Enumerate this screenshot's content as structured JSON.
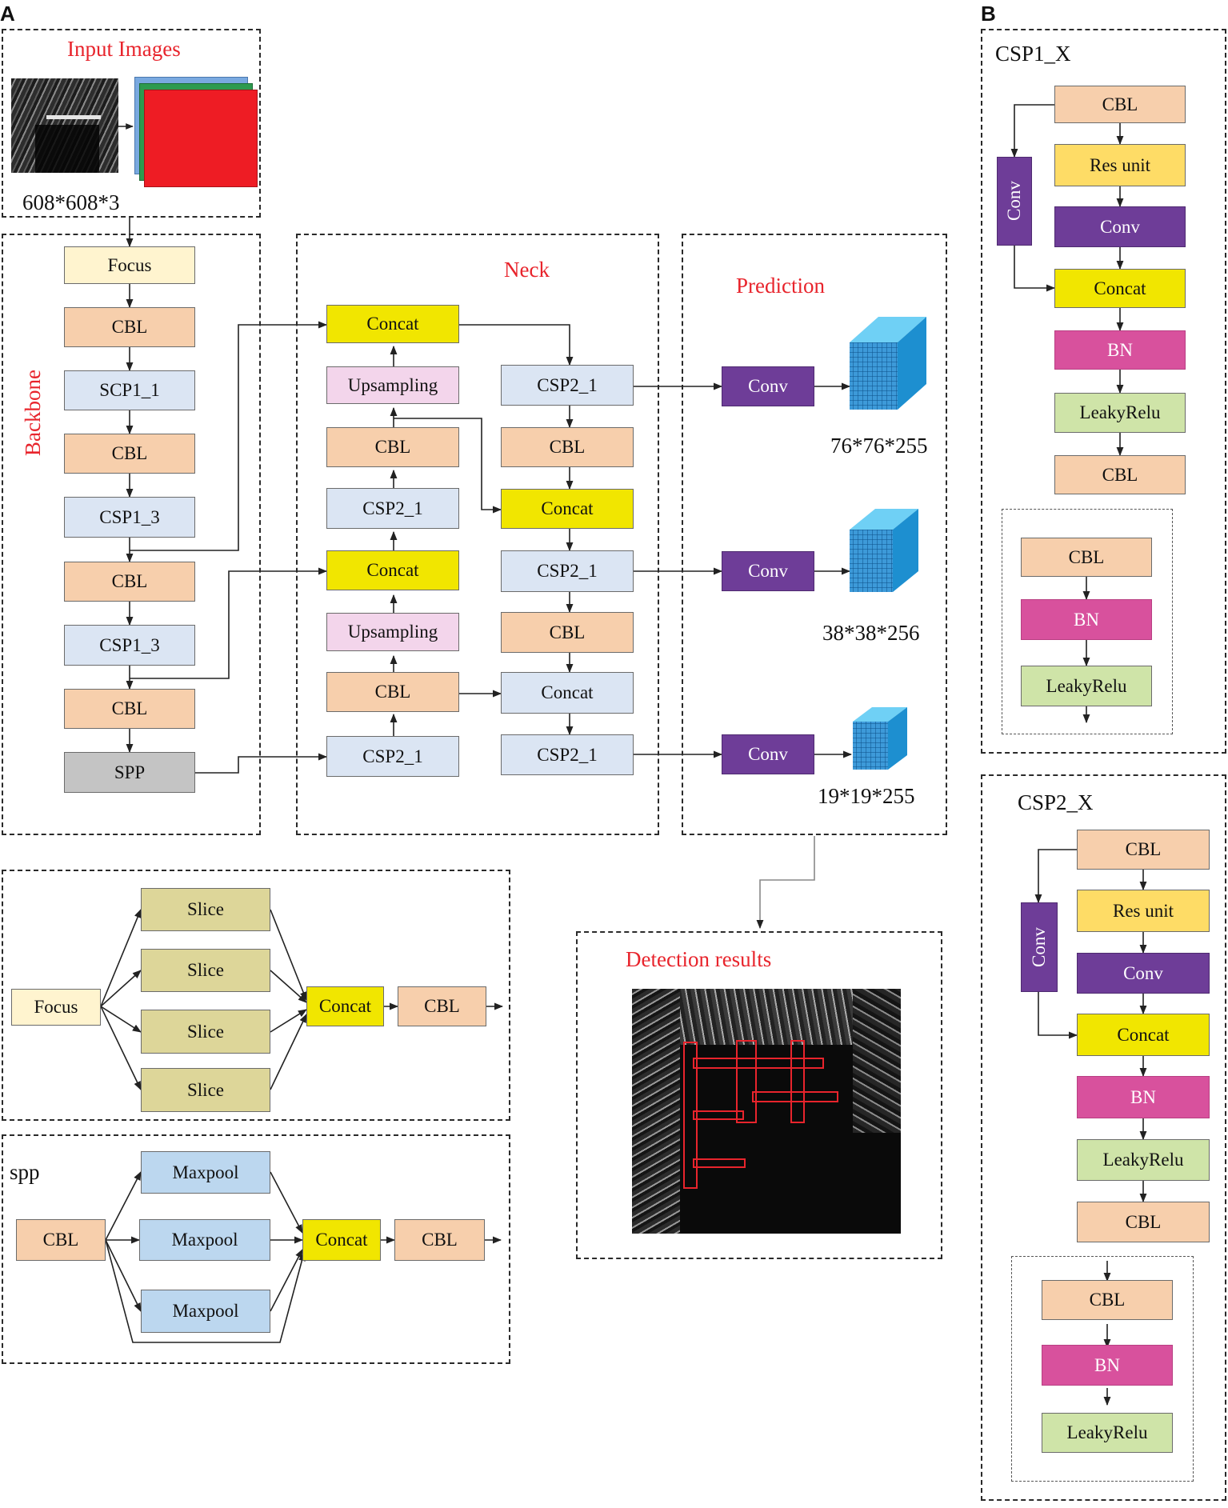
{
  "panels": {
    "a": "A",
    "b": "B"
  },
  "sections": {
    "input_title": "Input Images",
    "input_size": "608*608*3",
    "backbone": "Backbone",
    "neck": "Neck",
    "prediction": "Prediction",
    "detection": "Detection results",
    "csp1_title": "CSP1_X",
    "csp2_title": "CSP2_X",
    "spp_title": "spp"
  },
  "backbone": {
    "focus": "Focus",
    "cbl1": "CBL",
    "scp1": "SCP1_1",
    "cbl2": "CBL",
    "csp1_3a": "CSP1_3",
    "cbl3": "CBL",
    "csp1_3b": "CSP1_3",
    "cbl4": "CBL",
    "spp": "SPP"
  },
  "neck": {
    "concat1": "Concat",
    "up1": "Upsampling",
    "cbl1": "CBL",
    "csp2_1a": "CSP2_1",
    "concat2": "Concat",
    "up2": "Upsampling",
    "cbl2": "CBL",
    "csp2_1b": "CSP2_1",
    "r_csp2_1a": "CSP2_1",
    "r_cbl1": "CBL",
    "r_concat1": "Concat",
    "r_csp2_1b": "CSP2_1",
    "r_cbl2": "CBL",
    "r_concat2": "Concat",
    "r_csp2_1c": "CSP2_1"
  },
  "prediction": {
    "conv1": "Conv",
    "conv2": "Conv",
    "conv3": "Conv",
    "size1": "76*76*255",
    "size2": "38*38*256",
    "size3": "19*19*255"
  },
  "focus_module": {
    "focus": "Focus",
    "slice1": "Slice",
    "slice2": "Slice",
    "slice3": "Slice",
    "slice4": "Slice",
    "concat": "Concat",
    "cbl": "CBL"
  },
  "spp_module": {
    "cbl_in": "CBL",
    "max1": "Maxpool",
    "max2": "Maxpool",
    "max3": "Maxpool",
    "concat": "Concat",
    "cbl_out": "CBL"
  },
  "csp1": {
    "cbl": "CBL",
    "res": "Res unit",
    "conv": "Conv",
    "side_conv": "Conv",
    "concat": "Concat",
    "bn": "BN",
    "leaky": "LeakyRelu",
    "cbl_out": "CBL",
    "inner_cbl": "CBL",
    "inner_bn": "BN",
    "inner_leaky": "LeakyRelu"
  },
  "csp2": {
    "cbl": "CBL",
    "res": "Res unit",
    "conv": "Conv",
    "side_conv": "Conv",
    "concat": "Concat",
    "bn": "BN",
    "leaky": "LeakyRelu",
    "cbl_out": "CBL",
    "inner_cbl": "CBL",
    "inner_bn": "BN",
    "inner_leaky": "LeakyRelu"
  },
  "colors": {
    "cbl": "#f7cfac",
    "csp": "#dbe5f3",
    "concat": "#f1e600",
    "conv": "#6e3d98",
    "bn": "#d8519d",
    "leaky": "#cfe4a8",
    "res": "#fedc66",
    "title_red": "#e8242c"
  }
}
